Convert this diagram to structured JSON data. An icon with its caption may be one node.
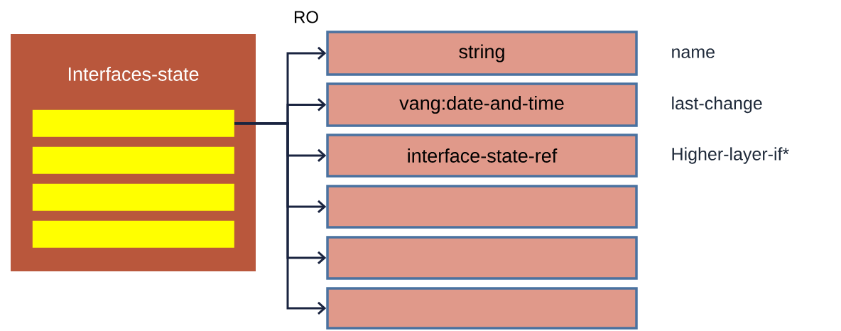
{
  "diagram": {
    "nodes": [
      {
        "text": [
          "Interfaces-state"
        ]
      },
      {
        "text": [],
        "shape": "bar",
        "in": 0
      },
      {
        "text": [],
        "shape": "bar",
        "in": 0
      },
      {
        "text": [],
        "shape": "bar",
        "in": 0
      },
      {
        "text": [],
        "shape": "bar",
        "in": 0
      },
      {
        "text": [
          "string"
        ],
        "beside": [
          "name"
        ]
      },
      {
        "text": [
          "vang:date-and-time"
        ],
        "beside": [
          "last-change"
        ]
      },
      {
        "text": [
          "interface-state-ref"
        ],
        "beside": [
          "Higher-layer-if*"
        ]
      },
      {
        "text": [],
        "shape": "box"
      },
      {
        "text": [],
        "shape": "box"
      },
      {
        "text": [],
        "shape": "box"
      }
    ],
    "edges": [
      {
        "from": 1,
        "to": 5,
        "arrow": "to"
      },
      {
        "from": 1,
        "to": 6,
        "arrow": "to"
      },
      {
        "from": 1,
        "to": 7,
        "arrow": "to"
      },
      {
        "from": 1,
        "to": 8,
        "arrow": "to"
      },
      {
        "from": 1,
        "to": 9,
        "arrow": "to"
      },
      {
        "from": 1,
        "to": 10,
        "arrow": "to"
      }
    ],
    "labels": [
      "RO"
    ]
  }
}
